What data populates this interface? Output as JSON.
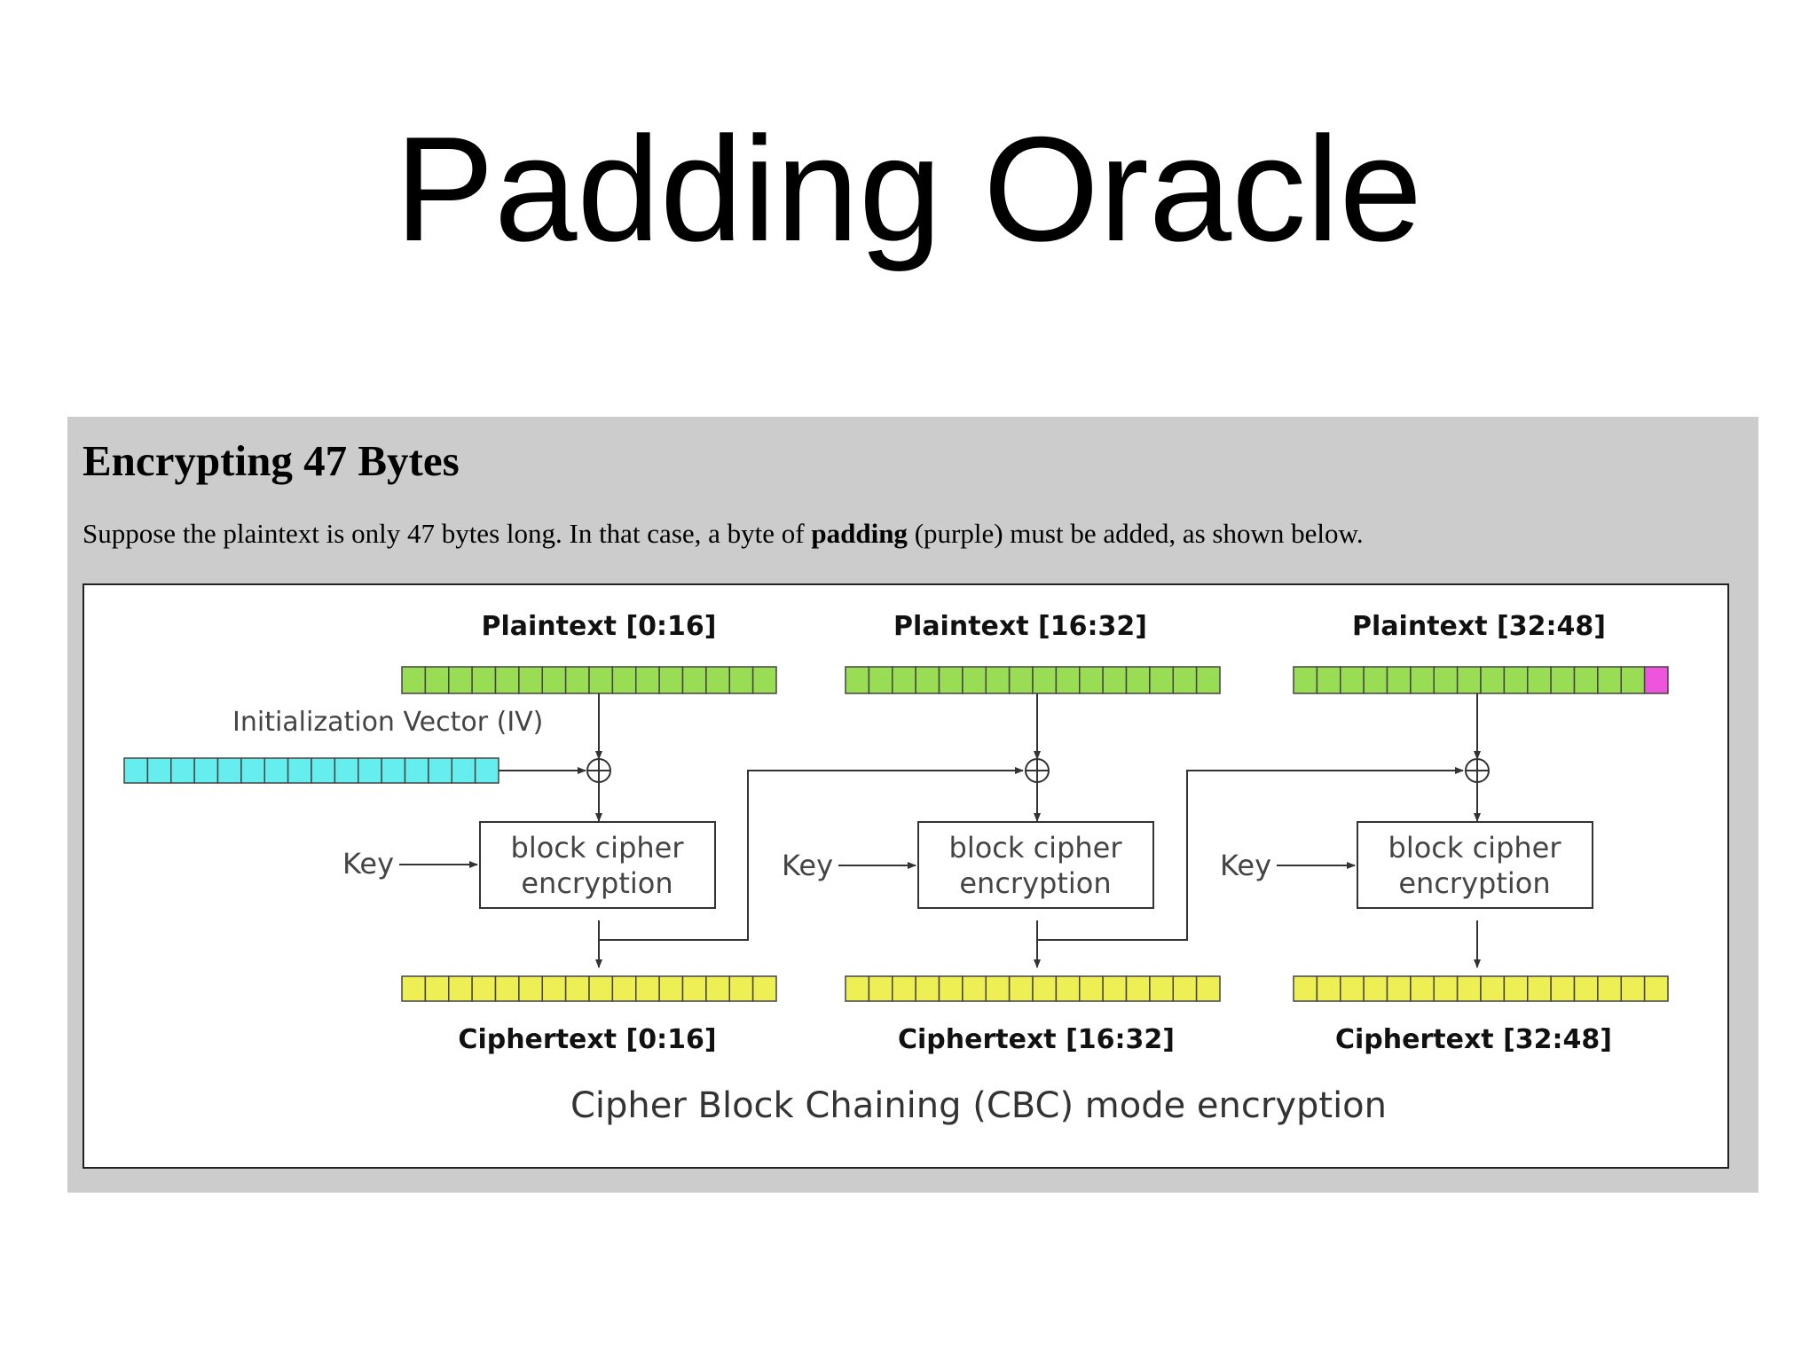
{
  "slide": {
    "title": "Padding Oracle"
  },
  "panel": {
    "heading": "Encrypting 47 Bytes",
    "text_before": "Suppose the plaintext is only 47 bytes long. In that case, a byte of ",
    "text_bold": "padding",
    "text_after": " (purple) must be added, as shown below."
  },
  "diagram": {
    "iv_label": "Initialization Vector (IV)",
    "caption": "Cipher Block Chaining (CBC) mode encryption",
    "blocks": [
      {
        "plaintext_label": "Plaintext [0:16]",
        "ciphertext_label": "Ciphertext [0:16]",
        "key_label": "Key",
        "cipher_line1": "block cipher",
        "cipher_line2": "encryption",
        "padding_bytes": 0
      },
      {
        "plaintext_label": "Plaintext [16:32]",
        "ciphertext_label": "Ciphertext [16:32]",
        "key_label": "Key",
        "cipher_line1": "block cipher",
        "cipher_line2": "encryption",
        "padding_bytes": 0
      },
      {
        "plaintext_label": "Plaintext [32:48]",
        "ciphertext_label": "Ciphertext [32:48]",
        "key_label": "Key",
        "cipher_line1": "block cipher",
        "cipher_line2": "encryption",
        "padding_bytes": 1
      }
    ],
    "bytes_per_block": 16,
    "colors": {
      "plaintext": "#99dd55",
      "iv": "#66eeee",
      "ciphertext": "#eeee55",
      "padding": "#ee55dd",
      "line": "#333333"
    }
  }
}
